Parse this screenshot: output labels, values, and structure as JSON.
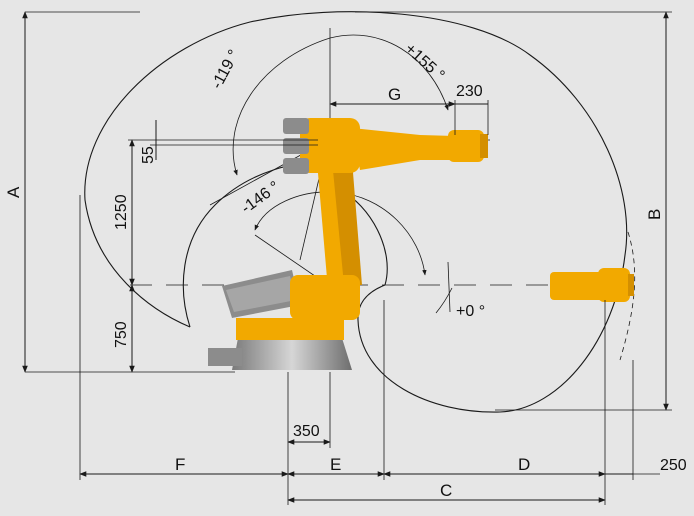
{
  "figure": {
    "dimension_letters": {
      "A": "A",
      "B": "B",
      "C": "C",
      "D": "D",
      "E": "E",
      "F": "F",
      "G": "G"
    },
    "dimension_values": {
      "d230": "230",
      "d55": "55",
      "d1250": "1250",
      "d750": "750",
      "d350": "350",
      "d250": "250"
    },
    "angles": {
      "a_minus119": "-119 °",
      "a_plus155": "+155 °",
      "a_minus146": "-146 °",
      "a_plus0": "+0 °"
    },
    "colors": {
      "background": "#e6e6e6",
      "robot_orange": "#f2a900",
      "robot_grey": "#8c8c8c",
      "line": "#1a1a1a"
    }
  }
}
